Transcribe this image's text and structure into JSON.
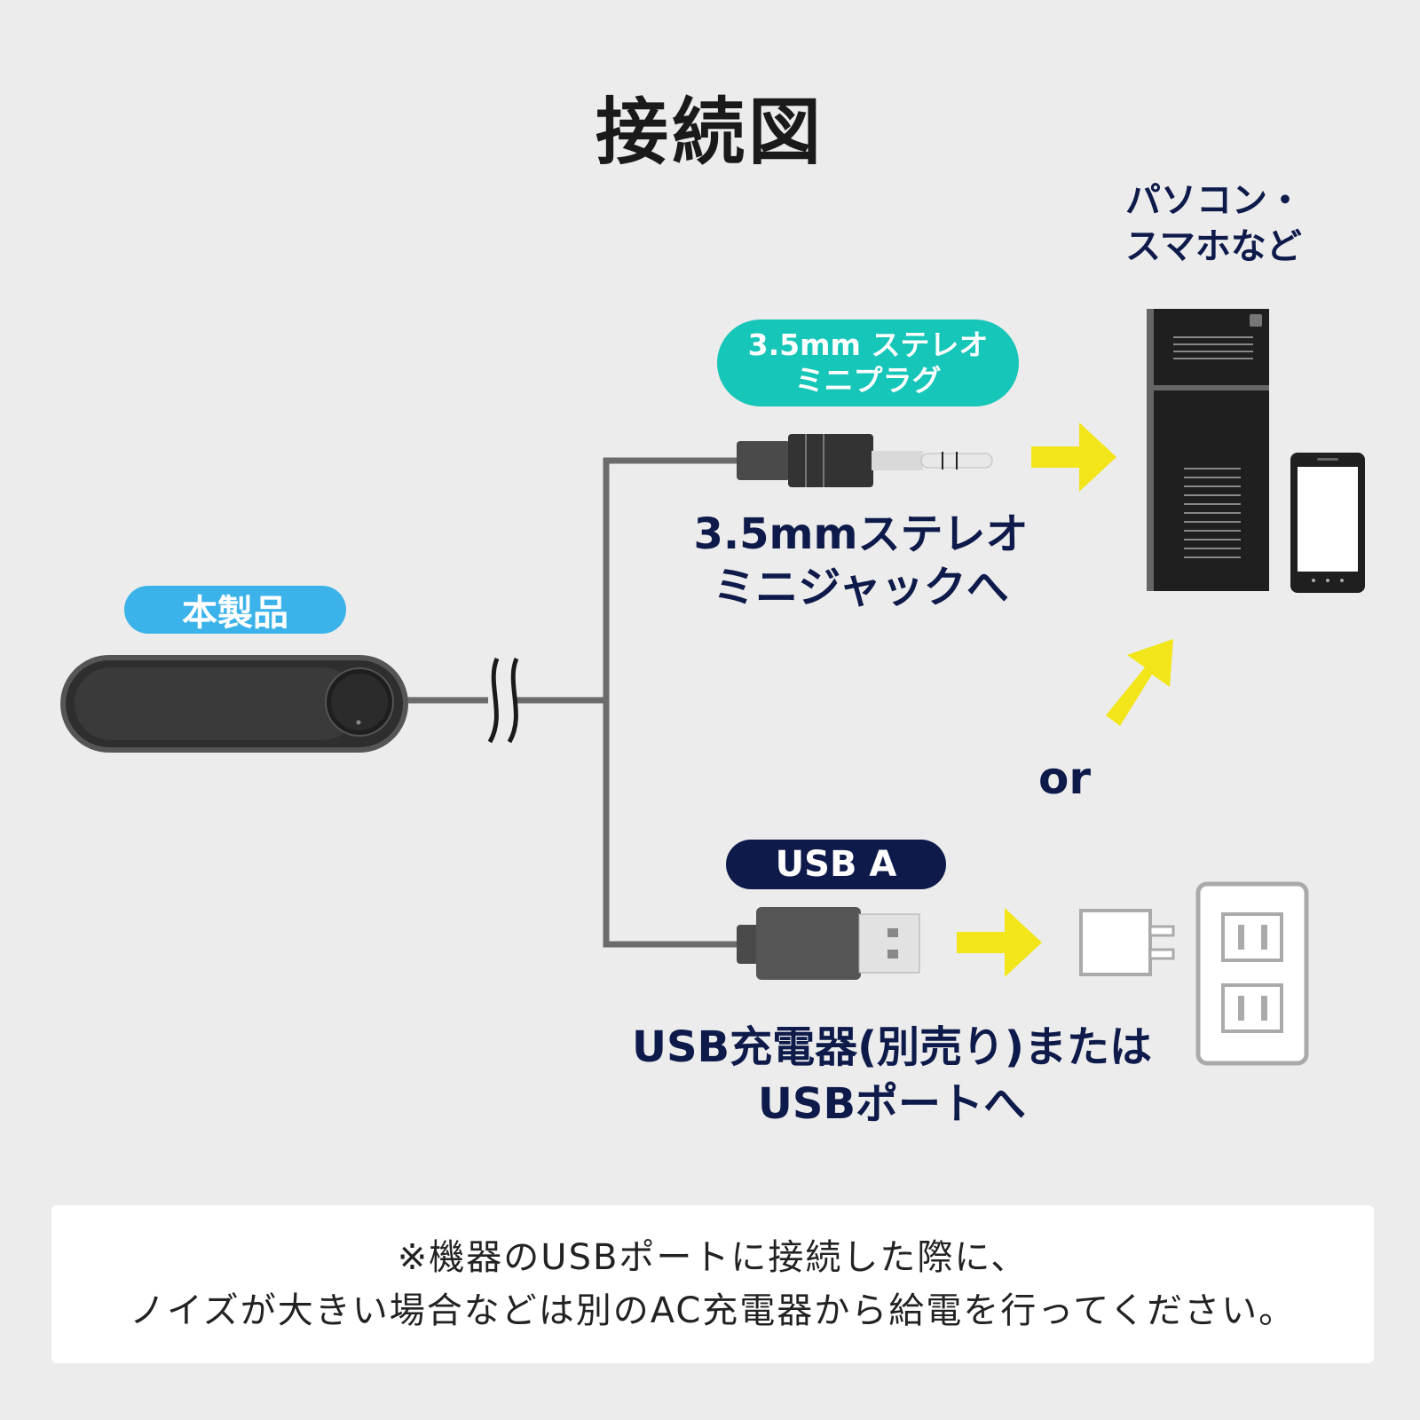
{
  "title": "接続図",
  "product_label": "本製品",
  "plug_badge": {
    "line1": "3.5mm ステレオ",
    "line2": "ミニプラグ"
  },
  "jack_target": {
    "line1": "3.5mmステレオ",
    "line2": "ミニジャックへ"
  },
  "devices_label": {
    "line1": "パソコン・",
    "line2": "スマホなど"
  },
  "or_label": "or",
  "usb_badge": "USB A",
  "usb_target": {
    "line1": "USB充電器(別売り)または",
    "line2": "USBポートへ"
  },
  "note": {
    "line1": "※機器のUSBポートに接続した際に、",
    "line2": "ノイズが大きい場合などは別のAC充電器から給電を行ってください。"
  },
  "colors": {
    "background": "#ececec",
    "arrow": "#f2e51a",
    "product_badge": "#3bb3ea",
    "plug_badge": "#16c6b8",
    "usb_badge": "#0e1a4a",
    "text_navy": "#0e1a4a",
    "cable": "#6b6b6b"
  },
  "icons": [
    "speaker-device",
    "audio-plug",
    "usb-plug",
    "desktop-pc",
    "smartphone",
    "ac-adapter",
    "wall-outlet",
    "arrow-right",
    "arrow-up-right"
  ]
}
